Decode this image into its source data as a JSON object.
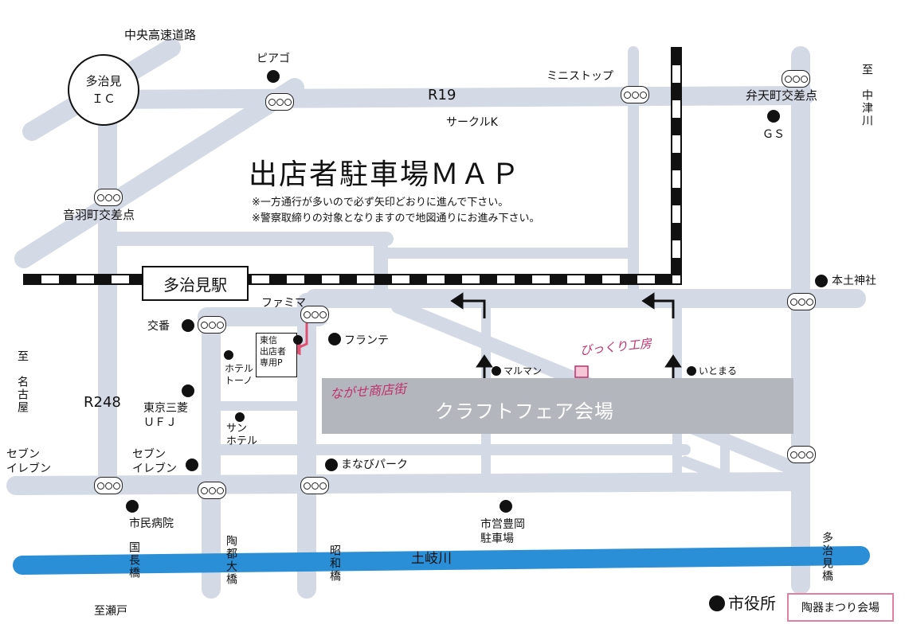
{
  "map": {
    "title": "出店者駐車場ＭＡＰ",
    "notes": [
      "※一方通行が多いので必ず矢印どおりに進んで下さい。",
      "※警察取締りの対象となりますので地図通りにお進み下さい。"
    ],
    "expressway": "中央高速道路",
    "ic": {
      "line1": "多治見",
      "line2": "ＩＣ"
    },
    "routes": {
      "r19": "R19",
      "r248": "R248"
    },
    "station": "多治見駅",
    "intersections": {
      "otowa": "音羽町交差点",
      "bentencho": "弁天町交差点"
    },
    "directions": {
      "nakatsugawa": "至　中津川",
      "nagoya": "至　名古屋",
      "seto": "至瀬戸"
    },
    "places": {
      "piago": "ピアゴ",
      "ministop": "ミニストップ",
      "circlek": "サークルK",
      "gs": "ＧＳ",
      "motodo_shrine": "本土神社",
      "famima": "ファミマ",
      "koban": "交番",
      "toshin": "東信",
      "parking_line1": "出店者",
      "parking_line2": "専用P",
      "furante": "フランテ",
      "hotel_tono": "ホテル\nトーノ",
      "maruman": "マルマン",
      "itomaru": "いとまる",
      "bikkuri": "びっくり工房",
      "nagase": "ながせ商店街",
      "venue": "クラフトフェア会場",
      "mufg": "東京三菱\nＵＦＪ",
      "sun_hotel": "サン\nホテル",
      "seven_left": "セブン\nイレブン",
      "seven_mid": "セブン\nイレブン",
      "manabi": "まなびパーク",
      "hospital": "市民病院",
      "toyooka_parking": "市営豊岡\n駐車場",
      "city_hall": "市役所",
      "ceramic_festival": "陶器まつり会場"
    },
    "river": "土岐川",
    "bridges": {
      "kokucho": "国長橋",
      "totoohashi": "陶都大橋",
      "showa": "昭和橋",
      "tajimi": "多治見橋"
    },
    "colors": {
      "road": "#d4d9e6",
      "river": "#2a8fd6",
      "venue": "#b3b6bd",
      "handwriting": "#c0306a"
    }
  }
}
